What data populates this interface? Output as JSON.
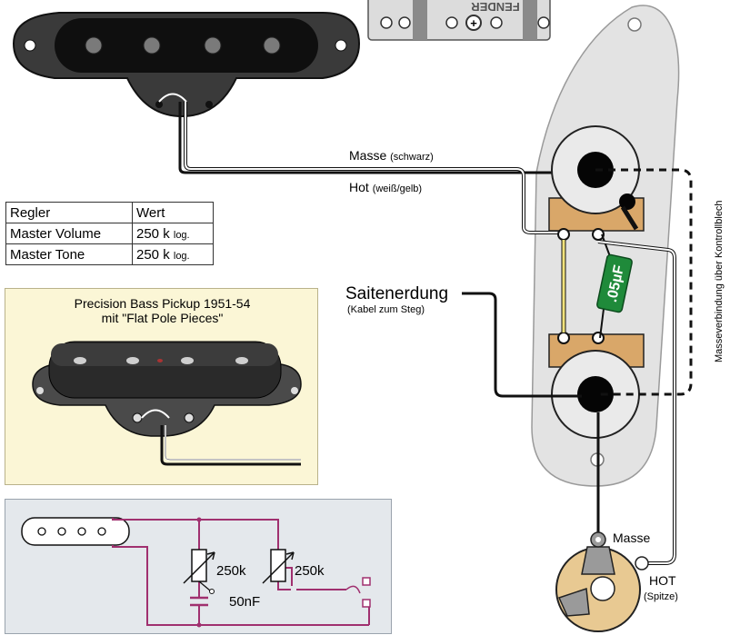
{
  "wire_labels": {
    "masse": "Masse",
    "masse_color": "(schwarz)",
    "hot": "Hot",
    "hot_color": "(weiß/gelb)"
  },
  "bridge_text": "FENDER",
  "ground": {
    "title": "Saitenerdung",
    "subtitle": "(Kabel zum Steg)"
  },
  "capacitor_label": ".05µF",
  "side_label": "Masseverbindung über Kontrollblech",
  "jack": {
    "masse": "Masse",
    "hot": "HOT",
    "hot_sub": "(Spitze)"
  },
  "table": {
    "headers": [
      "Regler",
      "Wert"
    ],
    "rows": [
      {
        "name": "Master Volume",
        "value": "250 k",
        "unit": "log."
      },
      {
        "name": "Master Tone",
        "value": "250 k",
        "unit": "log."
      }
    ]
  },
  "pickup_box": {
    "line1": "Precision Bass Pickup 1951-54",
    "line2": "mit \"Flat Pole Pieces\""
  },
  "schematic": {
    "pot1": "250k",
    "pot2": "250k",
    "cap": "50nF"
  },
  "colors": {
    "plate": "#e3e3e3",
    "pot_body": "#d9a769",
    "cap": "#1f8a3a",
    "schematic_wire": "#a0306f",
    "hot_wire": "#ffffff",
    "table_border": "#333333",
    "note_bg": "#fbf6d6",
    "schematic_bg": "#e4e8ec"
  }
}
